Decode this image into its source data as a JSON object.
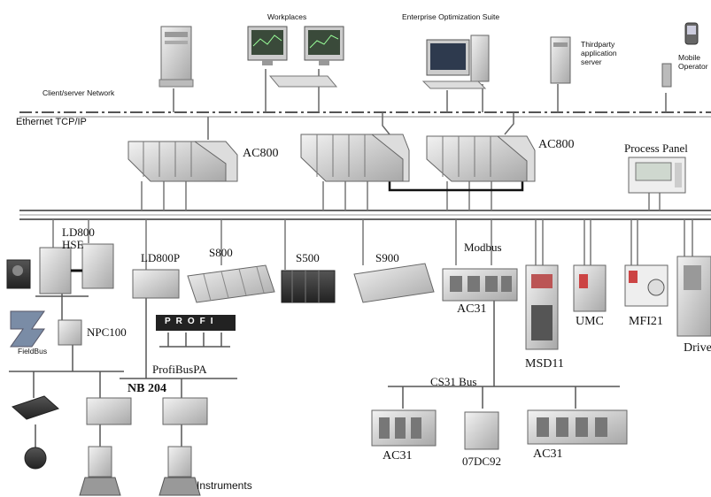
{
  "labels": {
    "workplaces": "Workplaces",
    "enterprise": "Enterprise Optimization Suite",
    "thirdparty": "Thirdparty application server",
    "mobile": "Mobile Operator",
    "client_server": "Client/server Network",
    "ethernet": "Ethernet TCP/IP",
    "ac800_1": "AC800",
    "ac800_2": "AC800",
    "process_panel": "Process Panel",
    "ld800_hse": "LD800 HSE",
    "ld800p": "LD800P",
    "s800": "S800",
    "s500": "S500",
    "s900": "S900",
    "modbus": "Modbus",
    "ac31_main": "AC31",
    "msd11": "MSD11",
    "umc": "UMC",
    "mfi21": "MFI21",
    "drive": "Drive",
    "npc100": "NPC100",
    "fieldbus": "FieldBus",
    "profibus_pa": "ProfiBusPA",
    "nb204": "NB 204",
    "cs31_bus": "CS31 Bus",
    "ac31_left": "AC31",
    "07dc92": "07DC92",
    "ac31_right": "AC31",
    "instruments": "Instruments",
    "profibus_logo": "PROFI"
  }
}
